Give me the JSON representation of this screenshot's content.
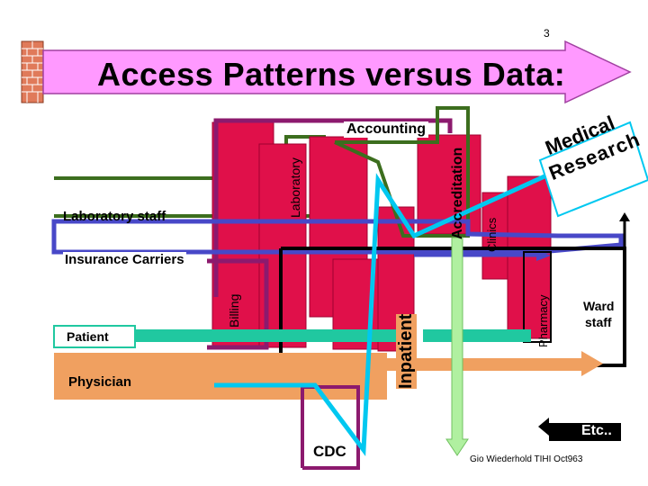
{
  "page_number": "3",
  "title": "Access Patterns versus Data:",
  "labels": {
    "accounting": "Accounting",
    "laboratory_staff": "Laboratory staff",
    "laboratory": "Laboratory",
    "accreditation": "Accreditation",
    "clinics": "Clinics",
    "medical_research_line1": "Medical",
    "medical_research_line2": "Research",
    "insurance_carriers": "Insurance Carriers",
    "billing": "Billing",
    "inpatient": "Inpatient",
    "pharmacy": "Pharmacy",
    "ward_staff_line1": "Ward",
    "ward_staff_line2": "staff",
    "patient": "Patient",
    "physician": "Physician",
    "cdc": "CDC",
    "etc": "Etc.."
  },
  "credit": "Gio Wiederhold TIHI Oct963",
  "colors": {
    "title_arrow": "#ff99ff",
    "brick": "#e07a5a",
    "data_block": "#e0104a",
    "laboratory_path": "#3c6e1e",
    "accounting_path": "#3c6e1e",
    "insurance_path": "#4848c8",
    "billing_path": "#8c1a6e",
    "patient_path": "#20c8a0",
    "physician_path": "#f0a060",
    "ward_path": "#000000",
    "cdc_path": "#8c1a6e",
    "pharmacy_path": "#000000",
    "medical_research_path": "#00c8f0",
    "accreditation_path": "#b0f0a0"
  }
}
